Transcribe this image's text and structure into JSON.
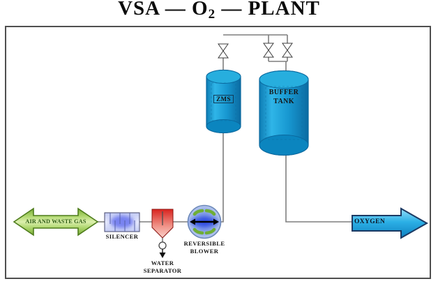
{
  "title": {
    "prefix": "VSA — O",
    "subscript": "2",
    "suffix": " — PLANT"
  },
  "labels": {
    "air_waste_gas": "AIR AND WASTE GAS",
    "silencer": "SILENCER",
    "water_separator_line1": "WATER",
    "water_separator_line2": "SEPARATOR",
    "reversible_blower_line1": "REVERSIBLE",
    "reversible_blower_line2": "BLOWER",
    "zms": "ZMS",
    "buffer_tank_line1": "BUFFER",
    "buffer_tank_line2": "TANK",
    "oxygen": "OXYGEN"
  },
  "colors": {
    "vessel_blue": "#189ad2",
    "vessel_edge": "#0a689e",
    "green_arrow": "#8cc63f",
    "green_arrow_border": "#4e7c1c",
    "green_text": "#2d5b13",
    "oxygen_arrow": "#18a0da",
    "oxygen_arrow_border": "#1c3a63",
    "separator_red": "#d8231f",
    "silencer_lavender": "#d4daf8",
    "blower_blue": "#2b46e0",
    "blower_green": "#6fae36",
    "pipe_gray": "#7f7f7f"
  }
}
